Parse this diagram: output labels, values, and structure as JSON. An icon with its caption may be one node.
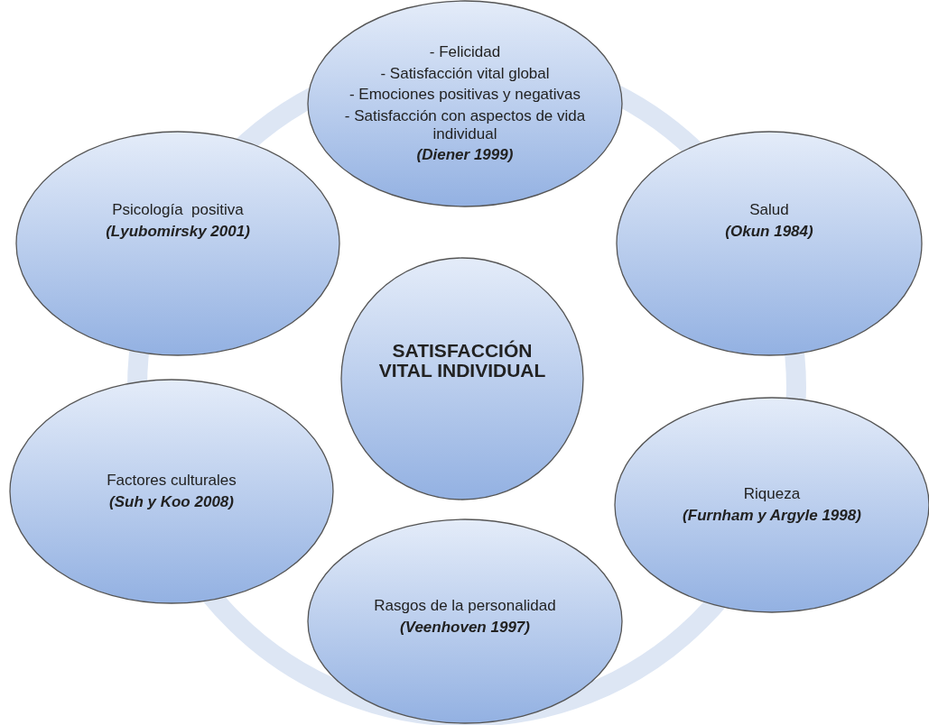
{
  "diagram": {
    "nodes": [
      {
        "text": [
          "- Felicidad",
          "- Satisfacción vital global",
          "- Emociones positivas y negativas",
          "- Satisfacción con aspectos de vida individual",
          "(Diener 1999)"
        ]
      },
      {
        "text": [
          "Psicología  positiva",
          "(Lyubomirsky 2001)"
        ]
      },
      {
        "text": [
          "Salud",
          "(Okun 1984)"
        ]
      },
      {
        "text": [
          "SATISFACCIÓN VITAL INDIVIDUAL"
        ]
      },
      {
        "text": [
          "Factores culturales",
          "(Suh y Koo 2008)"
        ]
      },
      {
        "text": [
          "Riqueza",
          "(Furnham y Argyle 1998)"
        ]
      },
      {
        "text": [
          "Rasgos de la personalidad",
          "(Veenhoven 1997)"
        ]
      }
    ]
  }
}
